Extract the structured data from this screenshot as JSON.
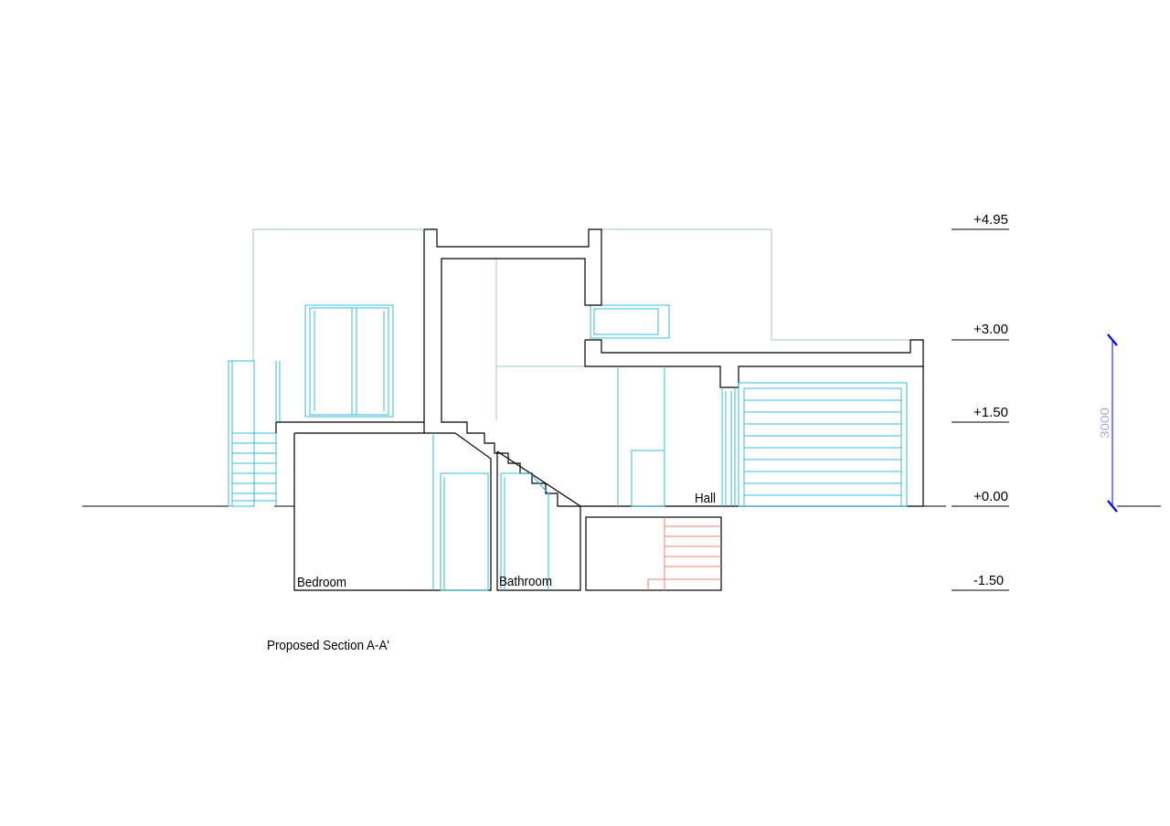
{
  "title": "Proposed Section A-A'",
  "rooms": {
    "bedroom": "Bedroom",
    "bathroom": "Bathroom",
    "hall": "Hall"
  },
  "levels": {
    "l_495": "+4.95",
    "l_300": "+3.00",
    "l_150": "+1.50",
    "l_000": "+0.00",
    "l_m150": "-1.50"
  },
  "dimension": {
    "value": "3000"
  },
  "colors": {
    "structure": "#000000",
    "glazing": "#33bbdd",
    "outline": "#a0c8c0",
    "dimension_tick": "#0000ee",
    "dimension_text": "#a8a8e0",
    "stair_basement": "#e88070"
  }
}
